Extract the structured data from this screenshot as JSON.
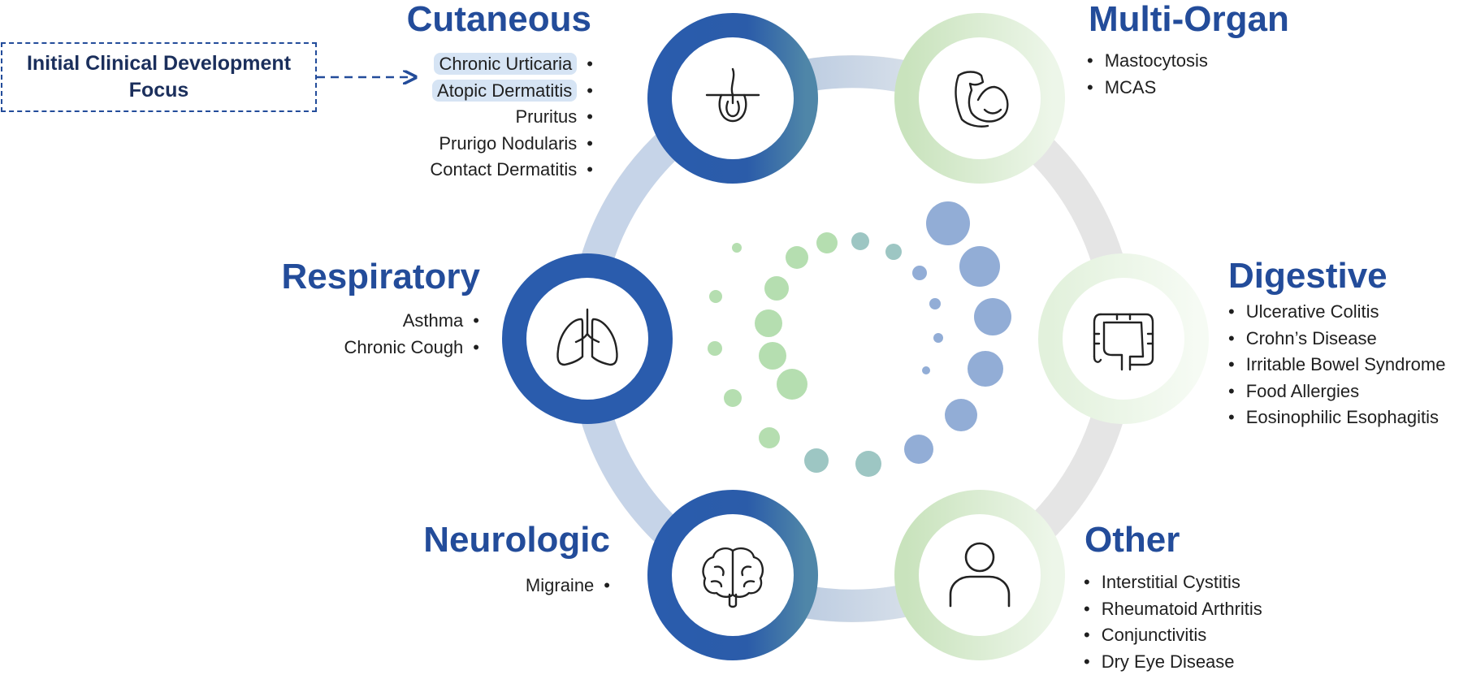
{
  "focus_label": "Initial Clinical Development Focus",
  "categories": [
    {
      "id": "cutaneous",
      "title": "Cutaneous",
      "icon": "hair-follicle-icon",
      "items": [
        "Chronic Urticaria",
        "Atopic Dermatitis",
        "Pruritus",
        "Prurigo Nodularis",
        "Contact Dermatitis"
      ],
      "highlighted_items": [
        "Chronic Urticaria",
        "Atopic Dermatitis"
      ]
    },
    {
      "id": "multi-organ",
      "title": "Multi-Organ",
      "icon": "flexed-arm-icon",
      "items": [
        "Mastocytosis",
        "MCAS"
      ]
    },
    {
      "id": "respiratory",
      "title": "Respiratory",
      "icon": "lungs-icon",
      "items": [
        "Asthma",
        "Chronic Cough"
      ]
    },
    {
      "id": "digestive",
      "title": "Digestive",
      "icon": "intestine-icon",
      "items": [
        "Ulcerative Colitis",
        "Crohn’s Disease",
        "Irritable Bowel Syndrome",
        "Food Allergies",
        "Eosinophilic Esophagitis"
      ]
    },
    {
      "id": "neurologic",
      "title": "Neurologic",
      "icon": "brain-icon",
      "items": [
        "Migraine"
      ]
    },
    {
      "id": "other",
      "title": "Other",
      "icon": "person-icon",
      "items": [
        "Interstitial Cystitis",
        "Rheumatoid Arthritis",
        "Conjunctivitis",
        "Dry Eye Disease"
      ]
    }
  ],
  "colors": {
    "primary_blue": "#2a5cad",
    "title_blue": "#234c9a",
    "light_green": "#d3e9c8",
    "ring_gray": "#e4e4e4",
    "ring_blue": "#bfd0e6",
    "highlight": "#d6e4f4",
    "dot_green": "#a8d8a2",
    "dot_blue": "#7f9fcf",
    "dot_teal": "#8cbcb8"
  }
}
